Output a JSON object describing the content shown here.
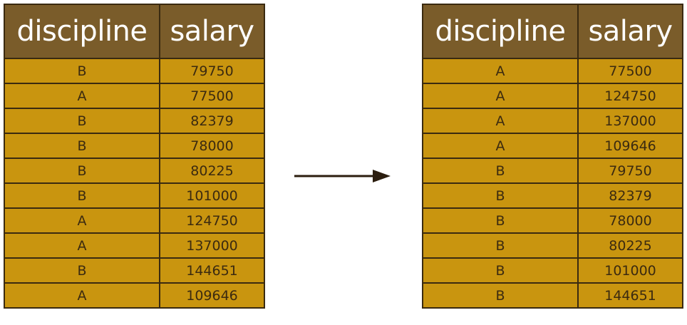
{
  "colors": {
    "header_bg": "#7a5c2a",
    "header_text": "#ffffff",
    "cell_bg": "#c9950f",
    "cell_text": "#3b2a10",
    "border": "#3a2a10",
    "arrow": "#2b1d0e"
  },
  "left_table": {
    "headers": [
      "discipline",
      "salary"
    ],
    "rows": [
      [
        "B",
        "79750"
      ],
      [
        "A",
        "77500"
      ],
      [
        "B",
        "82379"
      ],
      [
        "B",
        "78000"
      ],
      [
        "B",
        "80225"
      ],
      [
        "B",
        "101000"
      ],
      [
        "A",
        "124750"
      ],
      [
        "A",
        "137000"
      ],
      [
        "B",
        "144651"
      ],
      [
        "A",
        "109646"
      ]
    ]
  },
  "right_table": {
    "headers": [
      "discipline",
      "salary"
    ],
    "rows": [
      [
        "A",
        "77500"
      ],
      [
        "A",
        "124750"
      ],
      [
        "A",
        "137000"
      ],
      [
        "A",
        "109646"
      ],
      [
        "B",
        "79750"
      ],
      [
        "B",
        "82379"
      ],
      [
        "B",
        "78000"
      ],
      [
        "B",
        "80225"
      ],
      [
        "B",
        "101000"
      ],
      [
        "B",
        "144651"
      ]
    ]
  },
  "arrow_icon": "right-arrow-icon"
}
